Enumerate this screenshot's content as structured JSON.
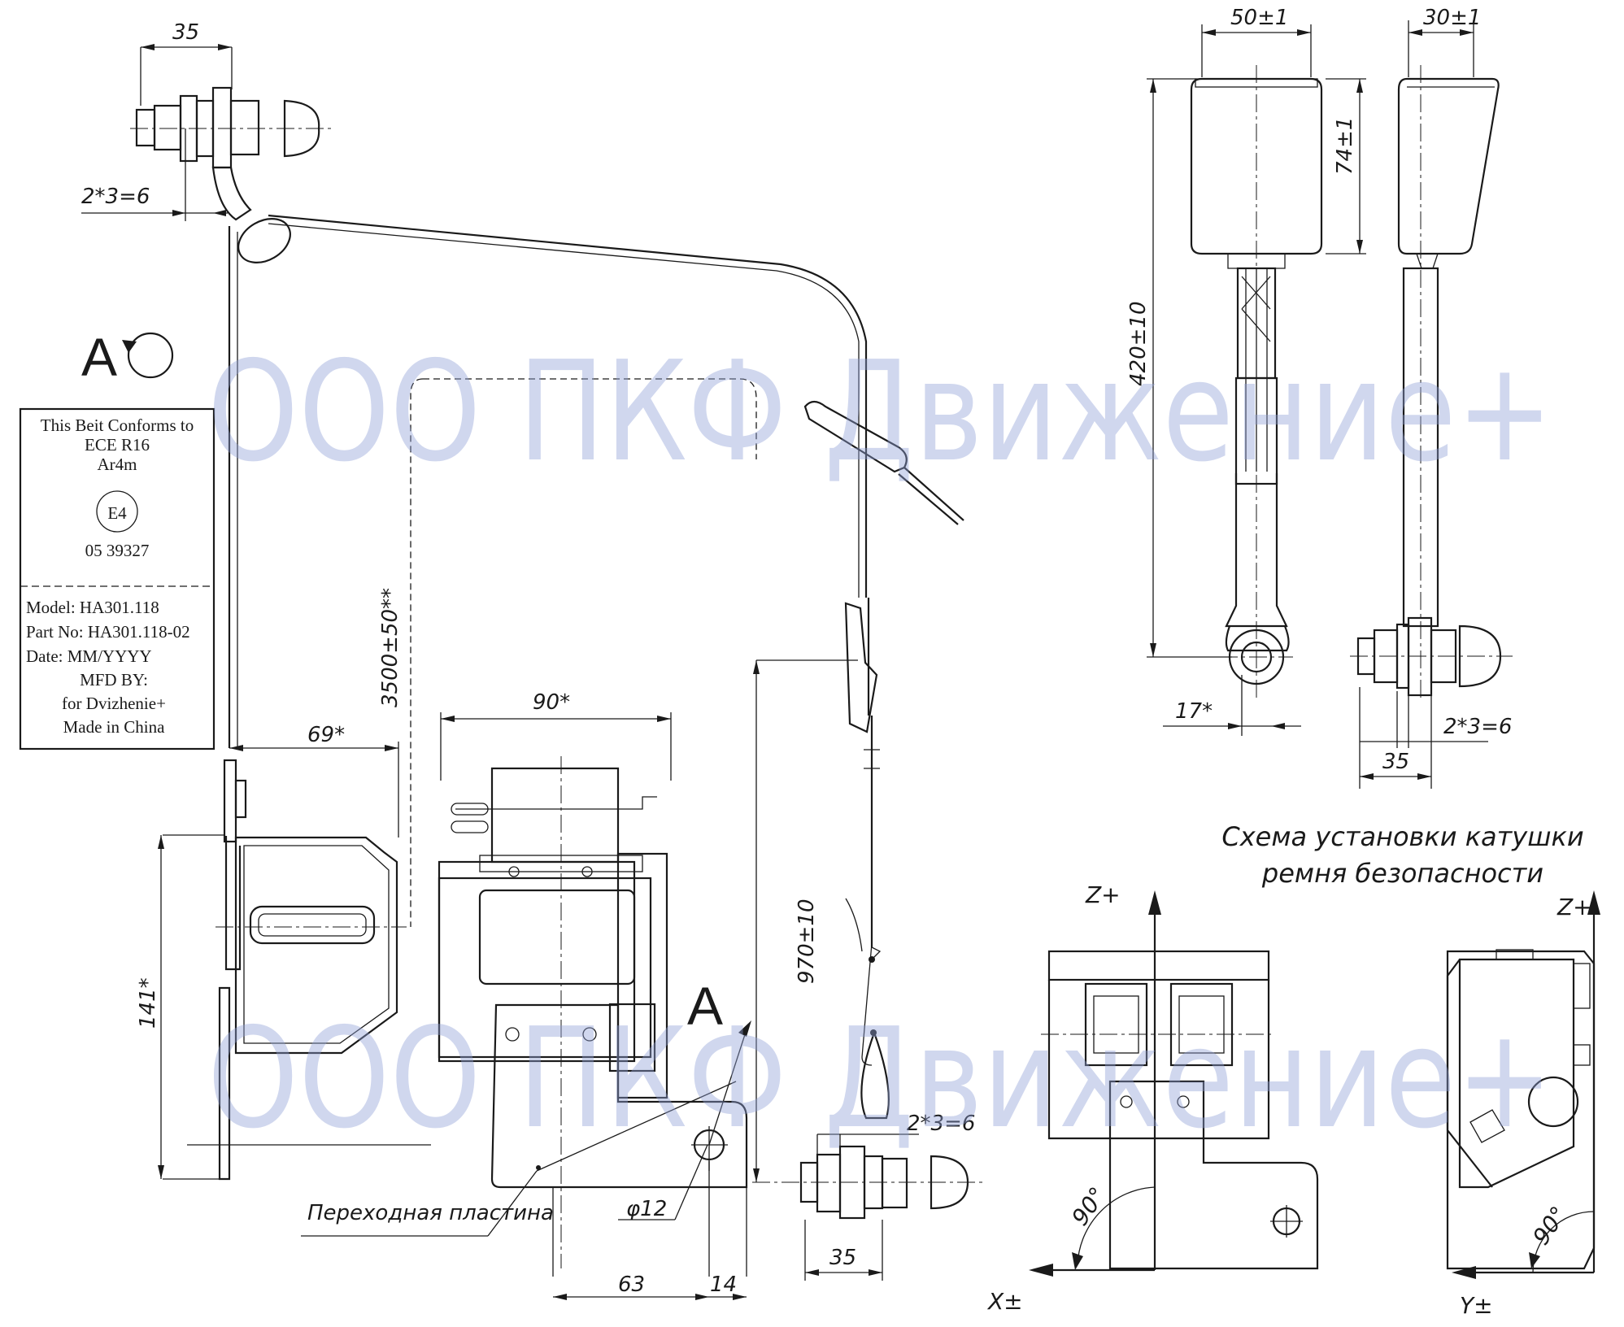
{
  "label_block": {
    "line1": "This Beit Conforms to",
    "line2": "ECE  R16",
    "line3": "Ar4m",
    "approval_mark": "E4",
    "approval_number": "05 39327",
    "model": "Model: HA301.118",
    "part_no": "Part No: HA301.118-02",
    "date": "Date: MM/YYYY",
    "mfd_by": "MFD BY:",
    "for_company": "for Dvizhenie+",
    "made_in": "Made in China"
  },
  "view_labels": {
    "view_a_top": "A",
    "view_a_arrow": "A"
  },
  "dimensions": {
    "anchor_top_width": "35",
    "anchor_top_washers": "2*3=6",
    "retractor_offset": "69*",
    "retractor_height": "141*",
    "belt_length": "3500±50**",
    "retractor_width": "90*",
    "stalk_length": "970±10",
    "stalk_washers": "2*3=6",
    "stalk_anchor_width": "35",
    "plate_hole_dia": "φ12",
    "plate_width": "63",
    "plate_edge": "14",
    "buckle_width": "50±1",
    "buckle_height": "74±1",
    "buckle_side_width": "30±1",
    "buckle_length": "420±10",
    "buckle_eye": "17*",
    "buckle_washers": "2*3=6",
    "buckle_anchor_width": "35"
  },
  "callouts": {
    "adapter_plate": "Переходная пластина"
  },
  "scheme": {
    "title_line1": "Схема установки катушки",
    "title_line2": "ремня безопасности",
    "axis_z_front": "Z+",
    "axis_x": "X±",
    "axis_z_side": "Z+",
    "axis_y": "Y±",
    "angle_front": "90°",
    "angle_side": "90°"
  },
  "watermark": {
    "line1": "ООО ПКФ Движение+",
    "line2": "ООО ПКФ Движение+",
    "color": "#8f9fd6"
  }
}
